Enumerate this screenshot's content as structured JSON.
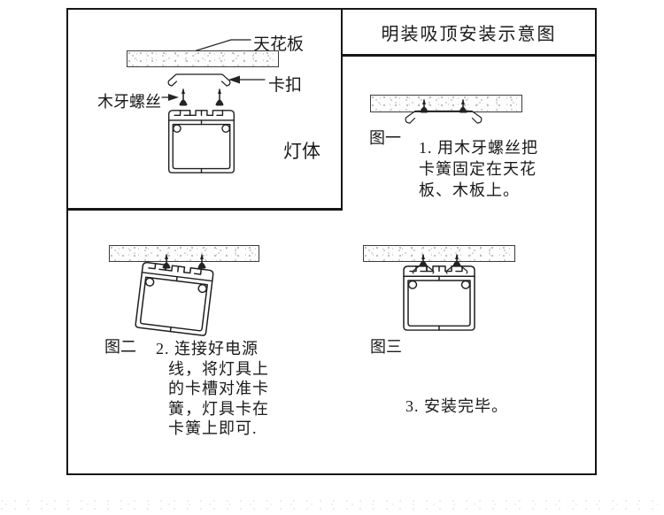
{
  "title": "明装吸顶安装示意图",
  "detail": {
    "label_ceiling": "天花板",
    "label_clip": "卡扣",
    "label_screw": "木牙螺丝",
    "label_lamp": "灯体"
  },
  "fig1": {
    "caption": "图一",
    "lines": [
      "1. 用木牙螺丝把",
      "卡簧固定在天花",
      "板、木板上。"
    ]
  },
  "fig2": {
    "caption": "图二",
    "lines": [
      "2. 连接好电源",
      "线，将灯具上",
      "的卡槽对准卡",
      "簧，灯具卡在",
      "卡簧上即可."
    ]
  },
  "fig3": {
    "caption": "图三",
    "step": "3. 安装完毕。"
  },
  "colors": {
    "line": "#1f1f1f",
    "text": "#1a1a1a",
    "background": "#ffffff"
  }
}
